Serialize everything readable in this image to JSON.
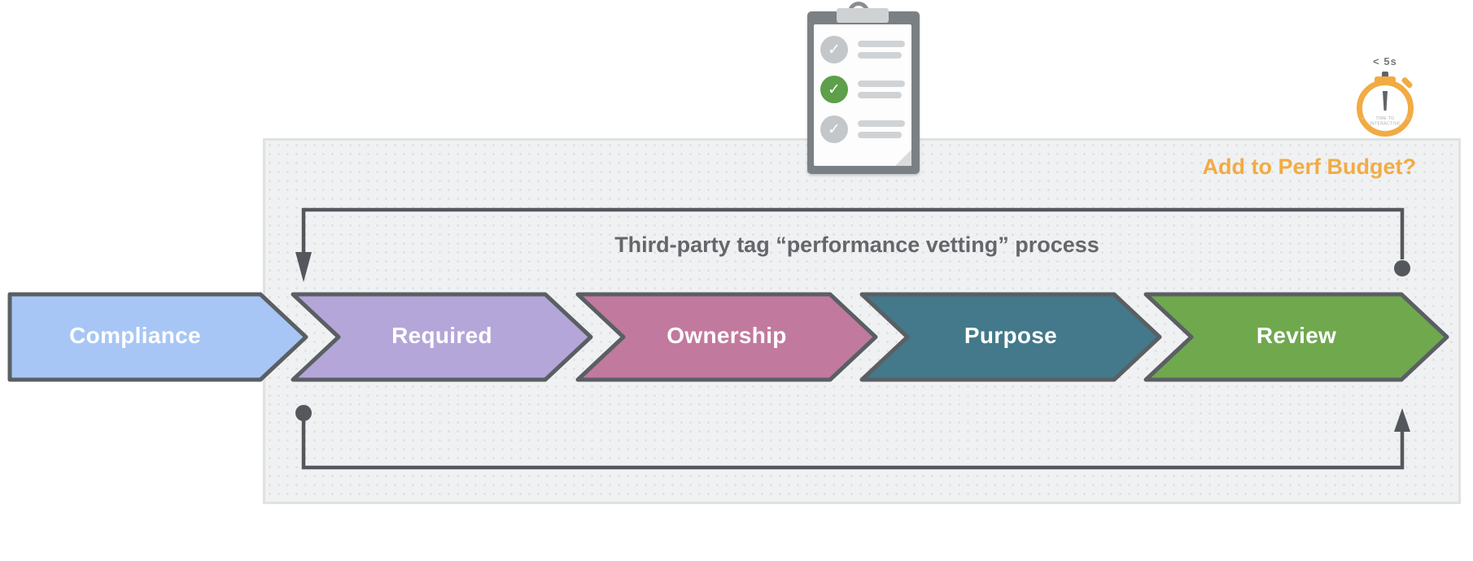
{
  "process": {
    "title": "Third-party tag “performance vetting” process",
    "stages": [
      {
        "label": "Compliance",
        "fill": "#A7C6F5"
      },
      {
        "label": "Required",
        "fill": "#B4A6D9"
      },
      {
        "label": "Ownership",
        "fill": "#C2799E"
      },
      {
        "label": "Purpose",
        "fill": "#43798A"
      },
      {
        "label": "Review",
        "fill": "#70A84E"
      }
    ]
  },
  "annotations": {
    "perf_budget_question": "Add to Perf Budget?",
    "tti_value": "< 5s",
    "stopwatch_line1": "TIME TO",
    "stopwatch_line2": "INTERACTIVE"
  },
  "clipboard": {
    "icon": "checklist-clipboard-icon",
    "check_glyph": "✓",
    "items": [
      {
        "status": "muted"
      },
      {
        "status": "active"
      },
      {
        "status": "muted"
      }
    ]
  },
  "icons": {
    "stopwatch": "stopwatch-icon",
    "loop_top": "loop-arrow-top",
    "loop_bottom": "loop-arrow-bottom"
  },
  "colors": {
    "stage_outline": "#5A5F64",
    "connector": "#54585D",
    "panel_bg": "#F0F1F2",
    "panel_border": "#E0E2E2",
    "amber": "#F2AB43",
    "title_grey": "#64676B",
    "label_white": "#FFFFFF",
    "check_green": "#5D9F4A",
    "check_grey": "#C4C7C9",
    "bar_grey": "#D0D3D5",
    "clipboard_grey": "#7B8084",
    "clip_grey": "#CFD2D3",
    "paper_white": "#FDFDFE",
    "subtext_grey": "#75797D"
  }
}
